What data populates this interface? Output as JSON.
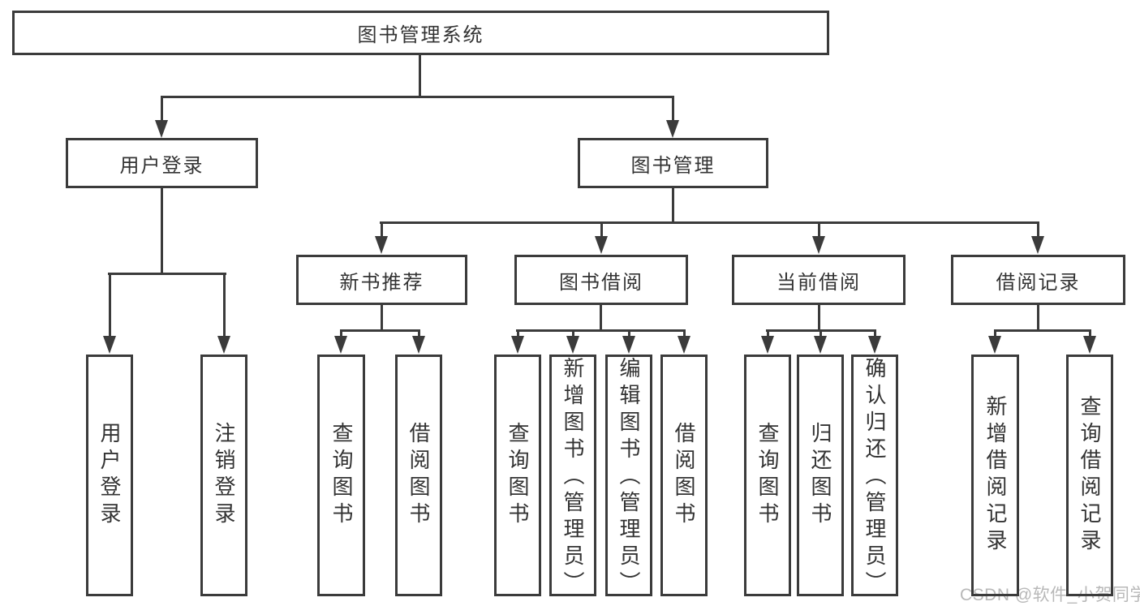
{
  "diagram": {
    "root_label": "图书管理系统",
    "branches": [
      {
        "label": "用户登录",
        "leaves": [
          "用户登录",
          "注销登录"
        ]
      },
      {
        "label": "图书管理",
        "children": [
          {
            "label": "新书推荐",
            "leaves": [
              "查询图书",
              "借阅图书"
            ]
          },
          {
            "label": "图书借阅",
            "leaves": [
              "查询图书",
              "新增图书（管理员）",
              "编辑图书（管理员）",
              "借阅图书"
            ]
          },
          {
            "label": "当前借阅",
            "leaves": [
              "查询图书",
              "归还图书",
              "确认归还（管理员）"
            ]
          },
          {
            "label": "借阅记录",
            "leaves": [
              "新增借阅记录",
              "查询借阅记录"
            ]
          }
        ]
      }
    ]
  },
  "watermark": {
    "text": "CSDN @软件_小贺同学",
    "color": "#b8b8b8"
  },
  "colors": {
    "line": "#3b3b3b",
    "text": "#333333",
    "background": "#ffffff"
  }
}
